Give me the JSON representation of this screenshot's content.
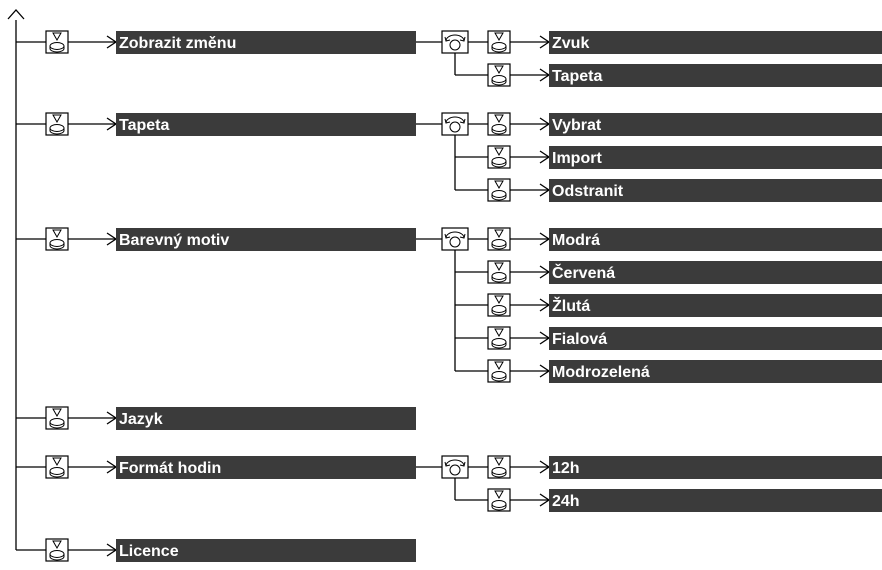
{
  "menu": [
    {
      "label": "Zobrazit změnu",
      "submenu": [
        "Zvuk",
        "Tapeta"
      ]
    },
    {
      "label": "Tapeta",
      "submenu": [
        "Vybrat",
        "Import",
        "Odstranit"
      ]
    },
    {
      "label": "Barevný motiv",
      "submenu": [
        "Modrá",
        "Červená",
        "Žlutá",
        "Fialová",
        "Modrozelená"
      ]
    },
    {
      "label": "Jazyk",
      "submenu": []
    },
    {
      "label": "Formát hodin",
      "submenu": [
        "12h",
        "24h"
      ]
    },
    {
      "label": "Licence",
      "submenu": []
    }
  ],
  "icons": {
    "press": "press-button-icon",
    "rotate": "rotate-knob-icon",
    "arrow": "arrow-right-icon"
  },
  "colors": {
    "bar": "#3b3b3b",
    "line": "#000000",
    "text": "#ffffff"
  }
}
